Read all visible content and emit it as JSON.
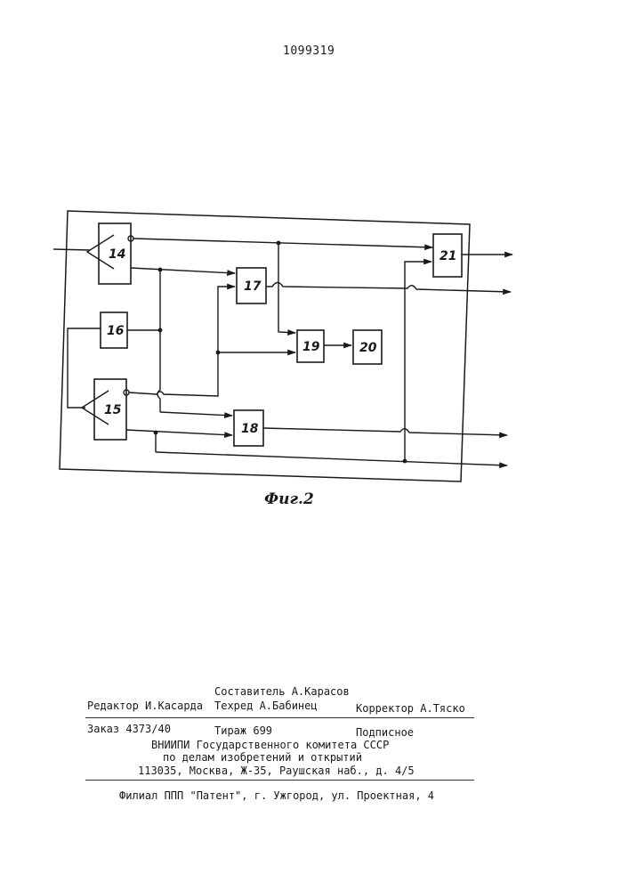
{
  "document": {
    "patent_number": "1099319"
  },
  "figure": {
    "caption": "Фиг.2",
    "blocks": {
      "b14": "14",
      "b15": "15",
      "b16": "16",
      "b17": "17",
      "b18": "18",
      "b19": "19",
      "b20": "20",
      "b21": "21"
    }
  },
  "imprint": {
    "compiler": "Составитель А.Карасов",
    "editor": "Редактор И.Касарда",
    "techred": "Техред А.Бабинец",
    "corrector": "Корректор А.Тяско",
    "order": "Заказ 4373/40",
    "circulation": "Тираж 699",
    "subscription": "Подписное",
    "org_line1": "ВНИИПИ Государственного комитета СССР",
    "org_line2": "по делам изобретений и открытий",
    "address": "113035, Москва, Ж-35, Раушская наб., д. 4/5",
    "branch": "Филиал ППП \"Патент\", г. Ужгород, ул. Проектная, 4"
  }
}
